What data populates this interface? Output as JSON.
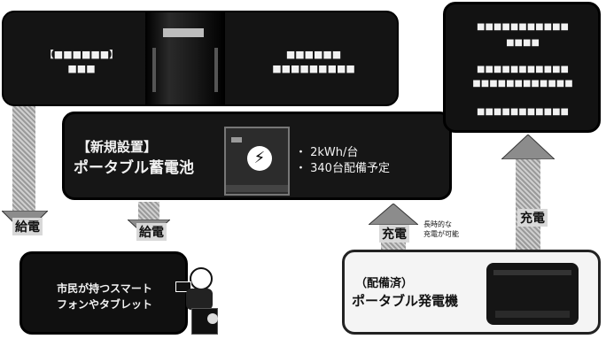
{
  "top_left_box": {
    "left_text": "【■■■■■■】\n■■■",
    "right_text": "■■■■■■\n■■■■■■■■■"
  },
  "battery_box": {
    "title_line1": "【新規設置】",
    "title_line2": "ポータブル蓄電池",
    "spec1": "・ 2kWh/台",
    "spec2": "・ 340台配備予定"
  },
  "top_right_box": {
    "line1": "■■■■■■■■■■■",
    "line2": "■■■■",
    "line3": "■■■■■■■■■■■",
    "line4": "■■■■■■■■■■■■",
    "line5": "■■■■■■■■■■■"
  },
  "arrows": {
    "supply_label": "給電",
    "charge_label": "充電",
    "charge_note": "長時的な\n充電が可能"
  },
  "bottom_left_box": {
    "text": "市民が持つスマート\nフォンやタブレット"
  },
  "bottom_right_box": {
    "line1": "（配備済）",
    "line2": "ポータブル発電機"
  },
  "colors": {
    "dark_box": "#141414",
    "light_box": "#f4f4f4",
    "arrow_hatch": "#9a9a9a"
  }
}
